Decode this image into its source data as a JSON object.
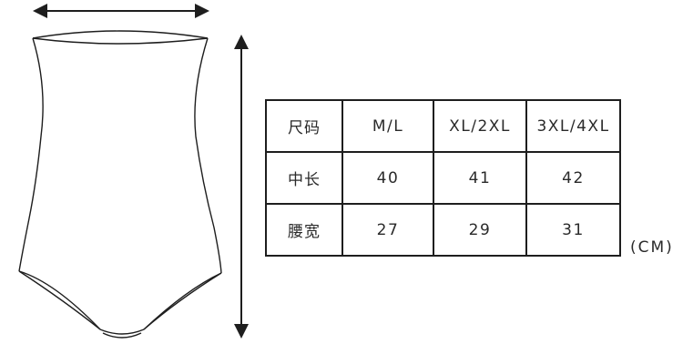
{
  "table": {
    "header": [
      "尺码",
      "M/L",
      "XL/2XL",
      "3XL/4XL"
    ],
    "rows": [
      [
        "中长",
        "40",
        "41",
        "42"
      ],
      [
        "腰宽",
        "27",
        "29",
        "31"
      ]
    ]
  },
  "unit": "(CM)",
  "icons": {
    "width_arrow": "double-arrow-horizontal",
    "length_arrow": "double-arrow-vertical",
    "garment": "high-waist-brief-outline"
  },
  "colors": {
    "line": "#1e1e1e",
    "text": "#2a2a2a",
    "background": "#ffffff"
  }
}
